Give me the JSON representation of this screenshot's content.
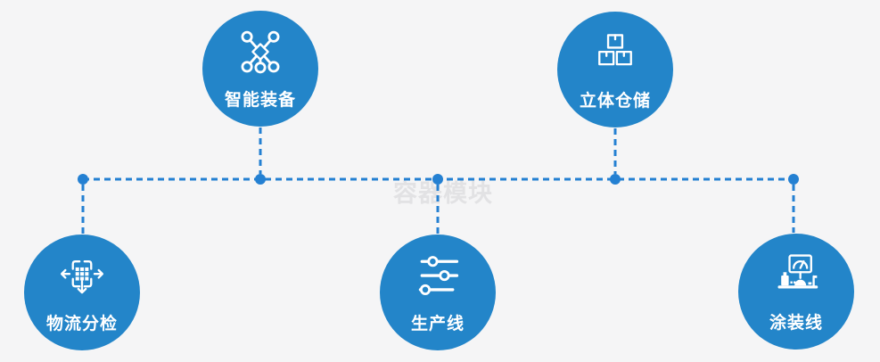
{
  "watermark": {
    "text": "容器模块"
  },
  "colors": {
    "background": "#f5f5f6",
    "circle-fill": "#2385c9",
    "line-blue": "#2480d2",
    "icon-white": "#ffffff",
    "watermark-gray": "#e2e2e4"
  },
  "nodes": [
    {
      "label": "智能装备",
      "icon": "network-nodes-icon"
    },
    {
      "label": "立体仓储",
      "icon": "stacked-boxes-icon"
    },
    {
      "label": "物流分检",
      "icon": "sorting-arrows-icon"
    },
    {
      "label": "生产线",
      "icon": "sliders-icon"
    },
    {
      "label": "涂装线",
      "icon": "machine-monitor-icon"
    }
  ]
}
